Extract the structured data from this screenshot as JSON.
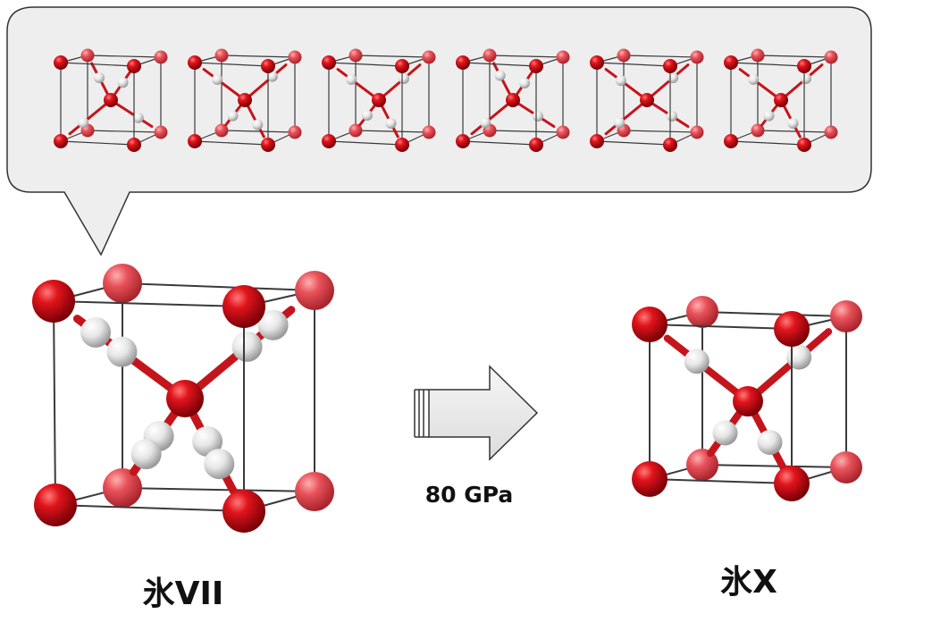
{
  "labels": {
    "left_structure": "氷VII",
    "right_structure": "氷X",
    "transition_pressure": "80 GPa"
  },
  "colors": {
    "oxygen": "#d01018",
    "hydrogen": "#e8e8e8",
    "callout_fill": "#eeeeee",
    "callout_stroke": "#333333",
    "arrow_fill": "#e9e9e9",
    "edge": "#3a3a3a"
  },
  "callout": {
    "variant_count": 6
  }
}
